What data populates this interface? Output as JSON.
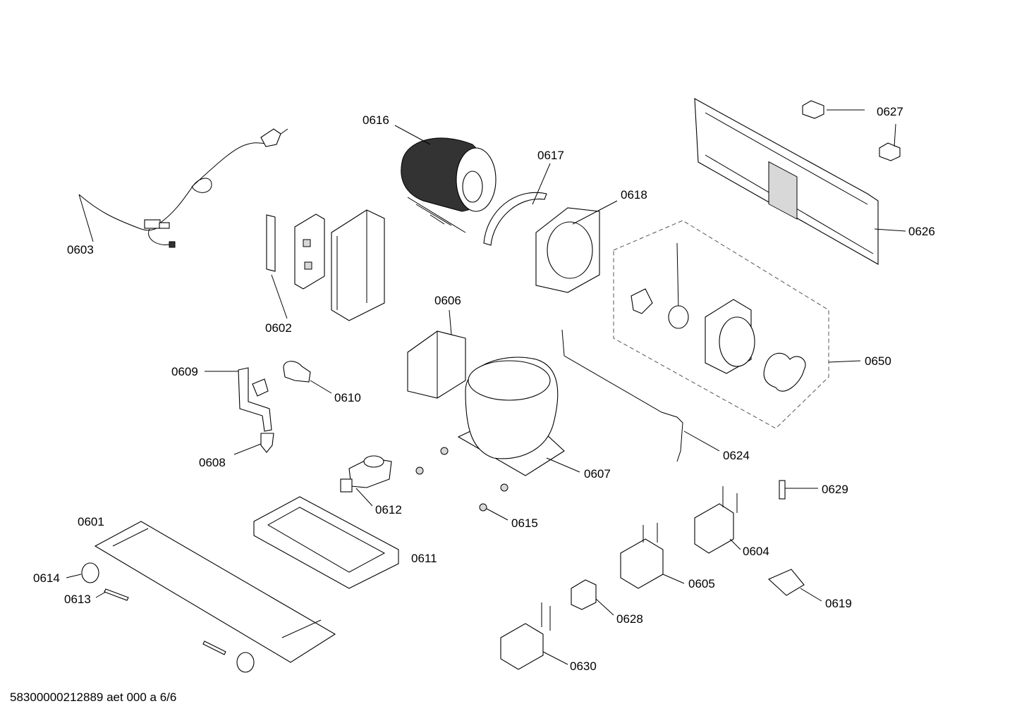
{
  "footer": {
    "document_id": "58300000212889 aet 000 a 6/6"
  },
  "labels": {
    "p0601": "0601",
    "p0602": "0602",
    "p0603": "0603",
    "p0604": "0604",
    "p0605": "0605",
    "p0606": "0606",
    "p0607": "0607",
    "p0608": "0608",
    "p0609": "0609",
    "p0610": "0610",
    "p0611": "0611",
    "p0612": "0612",
    "p0613": "0613",
    "p0614": "0614",
    "p0615": "0615",
    "p0616": "0616",
    "p0617": "0617",
    "p0618": "0618",
    "p0619": "0619",
    "p0624": "0624",
    "p0626": "0626",
    "p0627": "0627",
    "p0628": "0628",
    "p0629": "0629",
    "p0630": "0630",
    "p0650": "0650"
  }
}
